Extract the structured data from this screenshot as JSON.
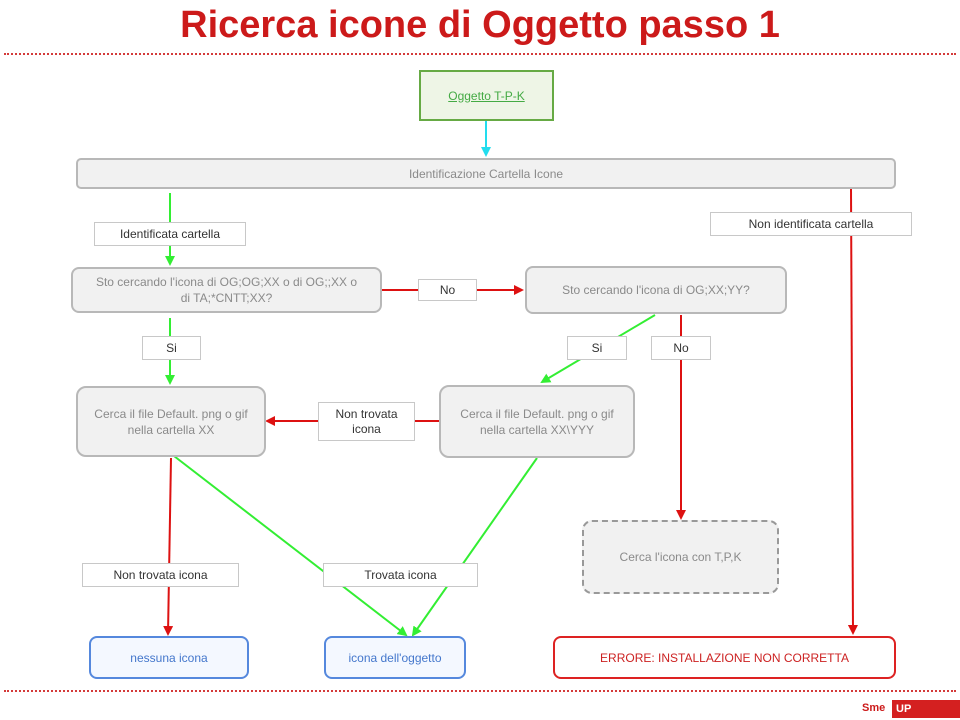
{
  "title": "Ricerca icone di Oggetto passo 1",
  "colors": {
    "title": "#cc1a1a",
    "green": "#33ee33",
    "red": "#dd1111",
    "cyan": "#22ddee",
    "blue_border": "#5588dd",
    "red_border": "#dd2222"
  },
  "nodes": {
    "oggetto": "Oggetto T-P-K",
    "identificazione": "Identificazione Cartella Icone",
    "sto_cercando_1": "Sto cercando l'icona di OG;OG;XX o di OG;;XX o di TA;*CNTT;XX?",
    "sto_cercando_2": "Sto cercando l'icona di OG;XX;YY?",
    "cerca_default_xx": "Cerca il file Default. png o gif nella cartella XX",
    "cerca_default_xxyy": "Cerca il file Default. png o gif nella cartella XX\\YYY",
    "cerca_tpk": "Cerca l'icona con T,P,K",
    "nessuna_icona": "nessuna icona",
    "icona_oggetto": "icona dell'oggetto",
    "errore": "ERRORE: INSTALLAZIONE NON CORRETTA"
  },
  "edge_labels": {
    "identificata": "Identificata cartella",
    "non_identificata": "Non identificata cartella",
    "no_1": "No",
    "si_1": "Si",
    "si_2": "Si",
    "no_2": "No",
    "non_trovata_icona_1": "Non trovata icona",
    "non_trovata_icona_2": "Non trovata icona",
    "trovata_icona": "Trovata icona"
  },
  "brand": {
    "sme": "Sme",
    "up": "UP"
  }
}
